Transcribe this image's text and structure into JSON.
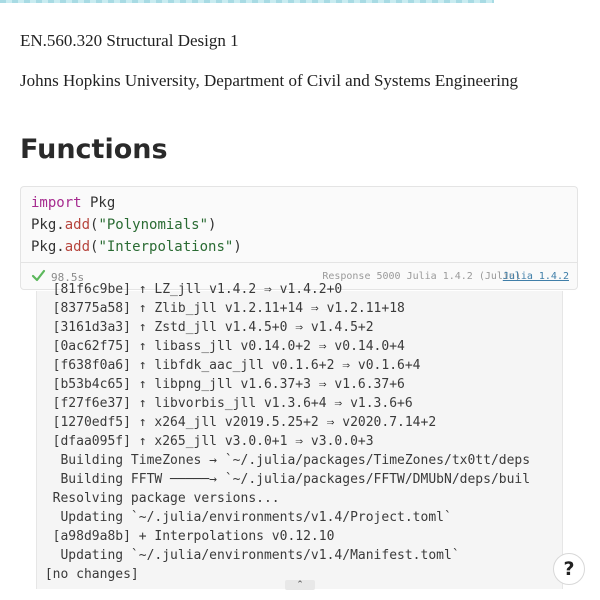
{
  "progress": {
    "fraction": 0.823
  },
  "header": {
    "course": "EN.560.320 Structural Design 1",
    "affiliation": "Johns Hopkins University, Department of Civil and Systems Engineering"
  },
  "section": {
    "title": "Functions"
  },
  "cell": {
    "code": {
      "line1": {
        "kw": "import",
        "rest": " Pkg"
      },
      "line2": {
        "obj": "Pkg.",
        "fn": "add",
        "open": "(",
        "str": "\"Polynomials\"",
        "close": ")"
      },
      "line3": {
        "obj": "Pkg.",
        "fn": "add",
        "open": "(",
        "str": "\"Interpolations\"",
        "close": ")"
      }
    },
    "status": {
      "check_icon": "checkmark-icon",
      "runtime": "98.5s",
      "meta": "Response 5000 Julia 1.4.2 (Julia)",
      "version_link": "Julia 1.4.2"
    }
  },
  "console": {
    "lines": [
      "  [81f6c9be] ↑ LZ_jll v1.4.2 ⇒ v1.4.2+0",
      "  [83775a58] ↑ Zlib_jll v1.2.11+14 ⇒ v1.2.11+18",
      "  [3161d3a3] ↑ Zstd_jll v1.4.5+0 ⇒ v1.4.5+2",
      "  [0ac62f75] ↑ libass_jll v0.14.0+2 ⇒ v0.14.0+4",
      "  [f638f0a6] ↑ libfdk_aac_jll v0.1.6+2 ⇒ v0.1.6+4",
      "  [b53b4c65] ↑ libpng_jll v1.6.37+3 ⇒ v1.6.37+6",
      "  [f27f6e37] ↑ libvorbis_jll v1.3.6+4 ⇒ v1.3.6+6",
      "  [1270edf5] ↑ x264_jll v2019.5.25+2 ⇒ v2020.7.14+2",
      "  [dfaa095f] ↑ x265_jll v3.0.0+1 ⇒ v3.0.0+3",
      "   Building TimeZones → `~/.julia/packages/TimeZones/tx0tt/deps",
      "   Building FFTW ─────→ `~/.julia/packages/FFTW/DMUbN/deps/buil",
      "  Resolving package versions...",
      "   Updating `~/.julia/environments/v1.4/Project.toml`",
      "  [a98d9a8b] + Interpolations v0.12.10",
      "   Updating `~/.julia/environments/v1.4/Manifest.toml`",
      " [no changes]"
    ],
    "collapse_glyph": "⌃"
  },
  "help": {
    "label": "?"
  }
}
